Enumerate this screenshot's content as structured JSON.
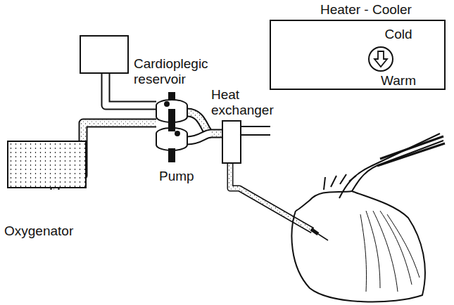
{
  "diagram": {
    "nodes": [
      {
        "text": [
          "Cardioplegic reservoir"
        ]
      },
      {
        "text": [
          "Oxygenator"
        ]
      },
      {
        "text": [
          "Heater - Cooler",
          "Cold",
          "Warm"
        ]
      }
    ],
    "labels": [
      "Pump",
      "Heat exchanger"
    ]
  }
}
